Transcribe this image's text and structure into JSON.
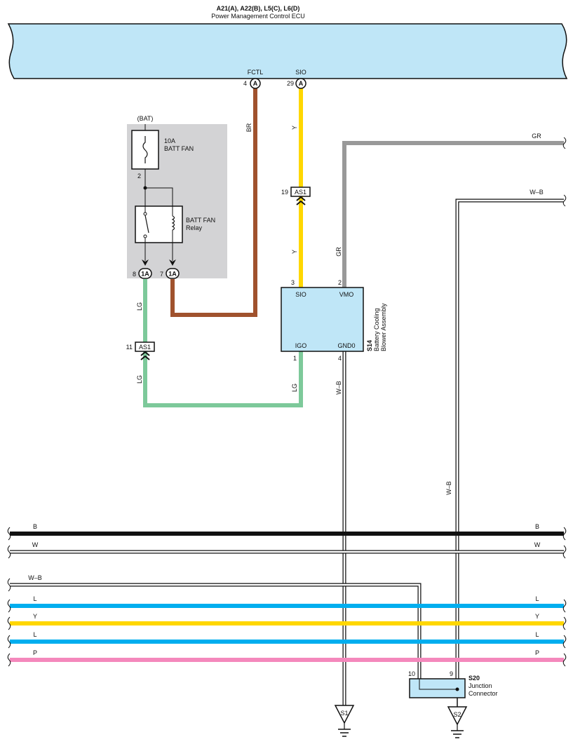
{
  "ecu": {
    "connectors": "A21(A), A22(B), L5(C), L6(D)",
    "name": "Power Management Control ECU",
    "pins": [
      {
        "signal": "FCTL",
        "pin": "4",
        "conn": "A"
      },
      {
        "signal": "SIO",
        "pin": "29",
        "conn": "A"
      }
    ]
  },
  "fuse_block": {
    "source": "(BAT)",
    "fuse_rating": "10A",
    "fuse_name": "BATT FAN",
    "fuse_out_pin": "2",
    "relay_name_1": "BATT FAN",
    "relay_name_2": "Relay",
    "pins": [
      {
        "pin": "8",
        "conn": "1A"
      },
      {
        "pin": "7",
        "conn": "1A"
      }
    ]
  },
  "wire_colors": {
    "BR": "#A0522D",
    "Y": "#FFD700",
    "GR": "#999999",
    "LG": "#7DC99A",
    "B": "#111111",
    "L": "#00AEEF",
    "P": "#F488BC"
  },
  "connectors_inline": [
    {
      "pin": "19",
      "name": "AS1"
    },
    {
      "pin": "11",
      "name": "AS1"
    }
  ],
  "blower": {
    "id": "S14",
    "name_1": "Battery Cooling",
    "name_2": "Blower Assembly",
    "pins": [
      {
        "pin": "3",
        "signal": "SIO"
      },
      {
        "pin": "2",
        "signal": "VMO"
      },
      {
        "pin": "1",
        "signal": "IGO"
      },
      {
        "pin": "4",
        "signal": "GND0"
      }
    ]
  },
  "junction": {
    "id": "S20",
    "name_1": "Junction",
    "name_2": "Connector",
    "pins": [
      "10",
      "9"
    ]
  },
  "grounds": [
    "S1",
    "S2"
  ],
  "wire_labels": {
    "br": "BR",
    "y_top": "Y",
    "y_bottom": "Y",
    "gr_vertical": "GR",
    "gr_right": "GR",
    "wb_right": "W–B",
    "lg_upper": "LG",
    "lg_lower": "LG",
    "lg_right": "LG",
    "wb_gnd": "W–B",
    "wb_vertical": "W–B"
  },
  "buses": [
    {
      "label": "B",
      "color": "#111111"
    },
    {
      "label": "W",
      "color": "#ffffff"
    },
    {
      "label": "W–B",
      "color": "#ffffff"
    },
    {
      "label": "L",
      "color": "#00AEEF"
    },
    {
      "label": "Y",
      "color": "#FFD700"
    },
    {
      "label": "L",
      "color": "#00AEEF"
    },
    {
      "label": "P",
      "color": "#F488BC"
    }
  ]
}
